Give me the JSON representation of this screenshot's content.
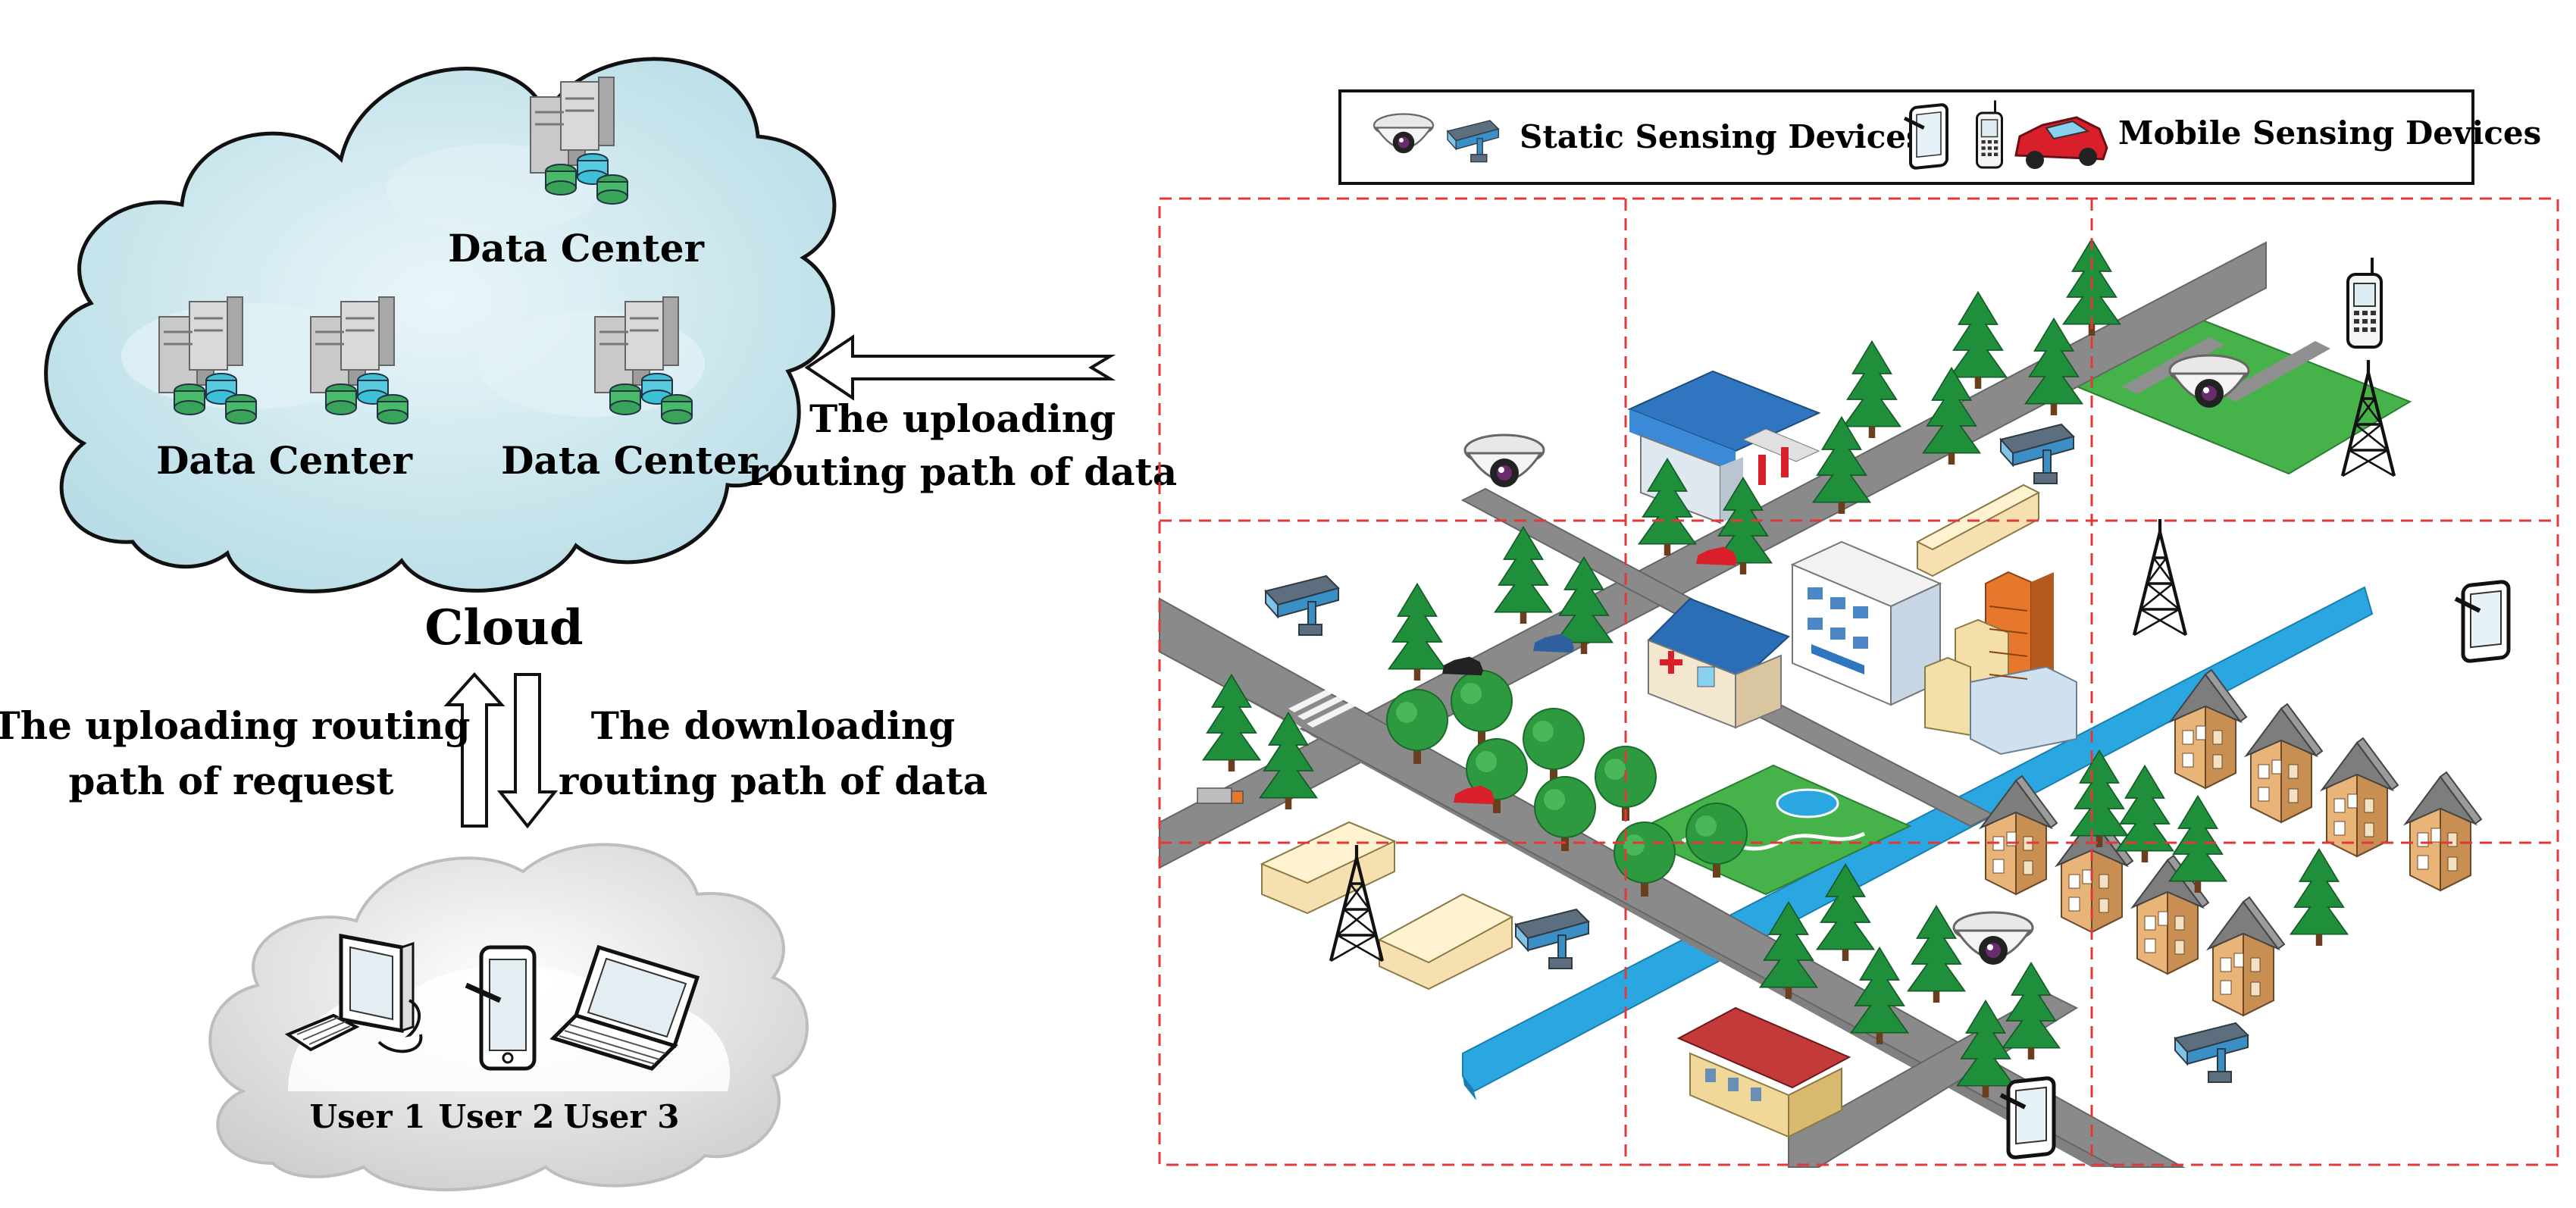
{
  "cloud_label": "Cloud",
  "data_centers": [
    {
      "label": "Data Center"
    },
    {
      "label": "Data Center"
    },
    {
      "label": "Data Center"
    }
  ],
  "arrows": {
    "upload_data": [
      "The uploading",
      "routing path of data"
    ],
    "upload_request": [
      "The uploading routing",
      "path of request"
    ],
    "download_data": [
      "The downloading",
      "routing path of data"
    ]
  },
  "users": [
    "User 1",
    "User 2",
    "User 3"
  ],
  "legend": {
    "static": "Static Sensing Devices",
    "mobile": "Mobile Sensing Devices"
  },
  "colors": {
    "cloud_fill": "#cfe7ee",
    "user_cloud_fill": "#f2f2f2",
    "grid_line": "#e0393a",
    "road": "#808080",
    "river": "#2aa7e0",
    "grass": "#45b24a",
    "tree": "#1e8b3a"
  },
  "icons": [
    "dome-camera-icon",
    "bullet-camera-icon",
    "tablet-icon",
    "phone-icon",
    "car-icon",
    "server-rack-icon",
    "cell-tower-icon",
    "desktop-icon",
    "laptop-icon"
  ]
}
